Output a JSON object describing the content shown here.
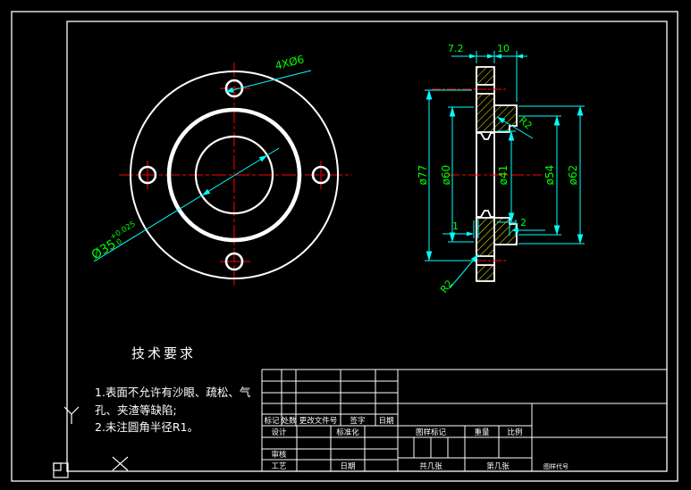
{
  "drawing": {
    "colors": {
      "background": "#000000",
      "outline": "#ffffff",
      "dimension_lines": "#00ffff",
      "dimension_text": "#00ff00",
      "centerline": "#ff0000",
      "hatch": "#ffff00"
    },
    "front_view": {
      "holes_label": "4XØ6",
      "bore_label": "Ø35",
      "bore_tol_upper": "+0.025",
      "bore_tol_lower": "0"
    },
    "side_view": {
      "width_hub": "7.2",
      "width_flange": "10",
      "diameters": [
        "ø77",
        "ø60",
        "ø41",
        "ø54",
        "ø62"
      ],
      "fillet_top": "R2",
      "fillet_bottom": "R2",
      "groove_left": "1",
      "groove_right": "2"
    },
    "tech_requirements": {
      "title": "技术要求",
      "lines": [
        "1.表面不允许有沙眼、疏松、气",
        "孔、夹渣等缺陷;",
        "2.未注圆角半径R1。"
      ]
    },
    "title_block": {
      "rev_headers": [
        "标记",
        "处数",
        "更改文件号",
        "签字",
        "日期"
      ],
      "role_design": "设计",
      "role_check": "审核",
      "role_process": "工艺",
      "standardization": "标准化",
      "date_label": "日期",
      "mark_label": "图样标记",
      "weight_label": "重量",
      "scale_label": "比例",
      "sheets_total": "共几张",
      "sheet_no": "第几张",
      "footer_note": "图样代号"
    }
  }
}
